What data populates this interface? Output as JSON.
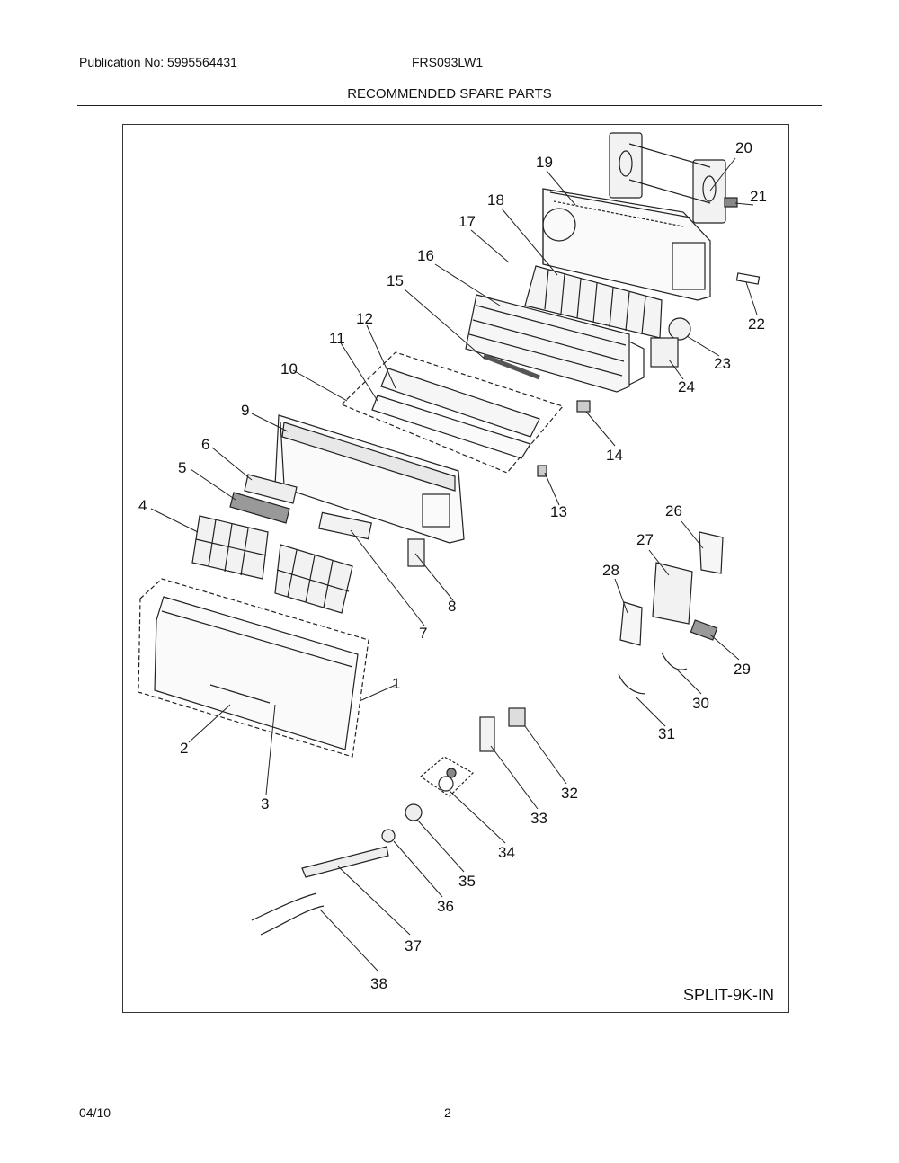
{
  "header": {
    "publication": "Publication No: 5995564431",
    "model": "FRS093LW1",
    "title": "RECOMMENDED SPARE PARTS"
  },
  "diagram": {
    "code": "SPLIT-9K-IN",
    "callouts": [
      "1",
      "2",
      "3",
      "4",
      "5",
      "6",
      "7",
      "8",
      "9",
      "10",
      "11",
      "12",
      "13",
      "14",
      "15",
      "16",
      "17",
      "18",
      "19",
      "20",
      "21",
      "22",
      "23",
      "24",
      "26",
      "27",
      "28",
      "29",
      "30",
      "31",
      "32",
      "33",
      "34",
      "35",
      "36",
      "37",
      "38"
    ]
  },
  "footer": {
    "date": "04/10",
    "page": "2"
  }
}
